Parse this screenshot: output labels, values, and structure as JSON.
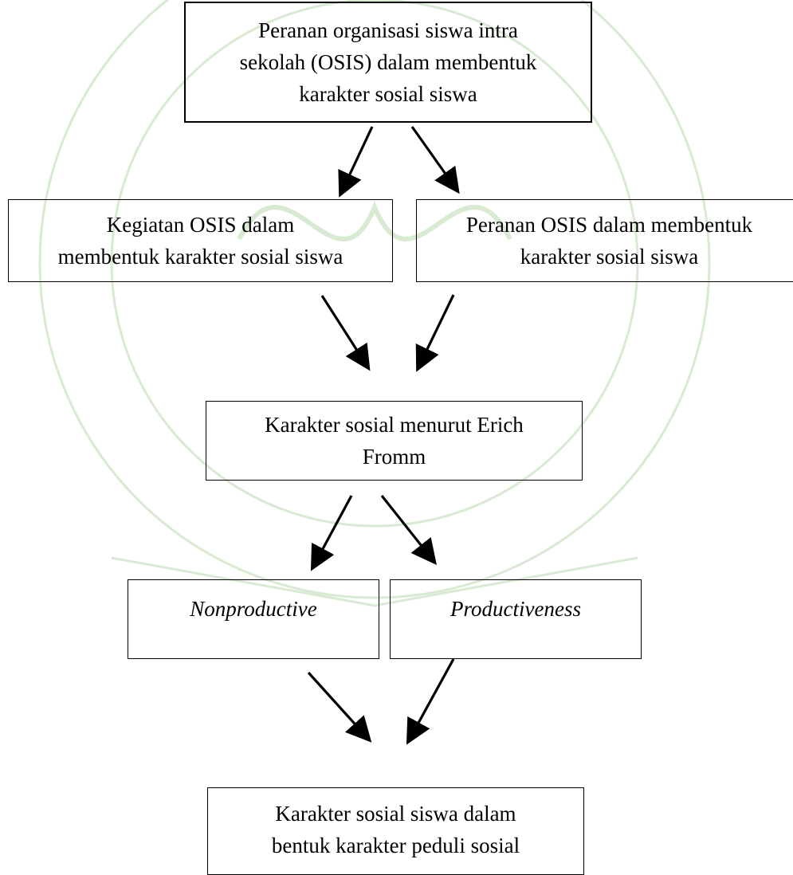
{
  "diagram": {
    "top": {
      "label": "Peranan organisasi siswa intra\nsekolah (OSIS) dalam membentuk\nkarakter sosial siswa"
    },
    "kegiatan": {
      "label": "Kegiatan OSIS dalam\nmembentuk karakter sosial siswa"
    },
    "peranan": {
      "label": "Peranan OSIS dalam membentuk\nkarakter sosial siswa"
    },
    "fromm": {
      "label": "Karakter sosial menurut Erich\nFromm"
    },
    "nonproductive": {
      "label": "Nonproductive"
    },
    "productiveness": {
      "label": "Productiveness"
    },
    "bottom": {
      "label": "Karakter sosial siswa dalam\nbentuk karakter peduli sosial"
    }
  },
  "colors": {
    "line": "#000000",
    "watermark": "#d8ead2"
  }
}
